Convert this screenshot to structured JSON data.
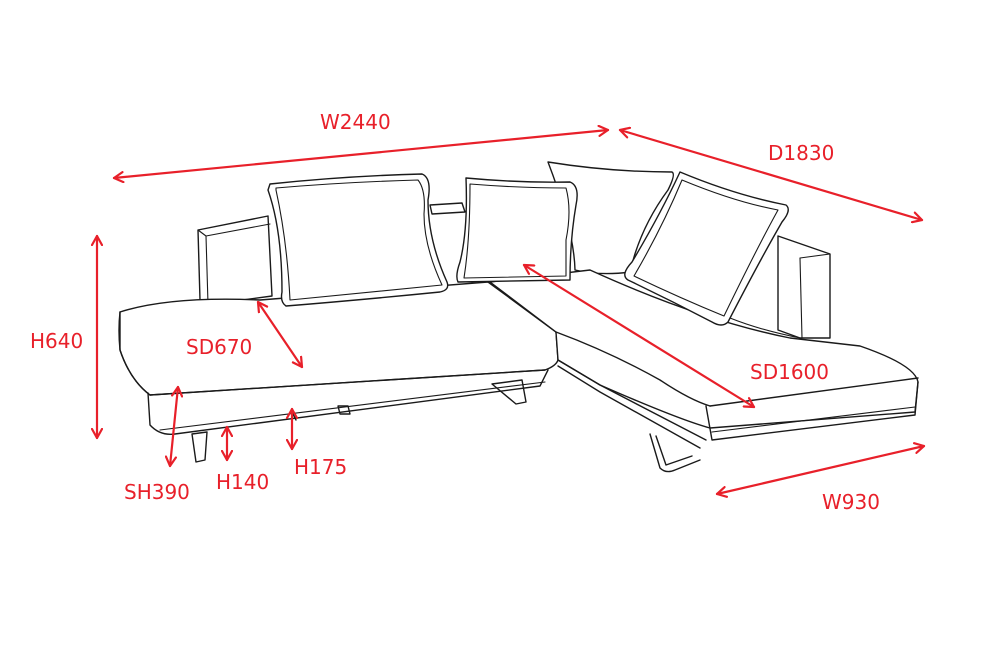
{
  "accent_color": "#e8202a",
  "line_color": "#1a1a1a",
  "dimensions": {
    "overall_width": "W2440",
    "overall_depth": "D1830",
    "height": "H640",
    "seat_depth_left": "SD670",
    "seat_depth_chaise": "SD1600",
    "seat_height": "SH390",
    "leg_height": "H140",
    "frame_height": "H175",
    "chaise_width": "W930"
  }
}
